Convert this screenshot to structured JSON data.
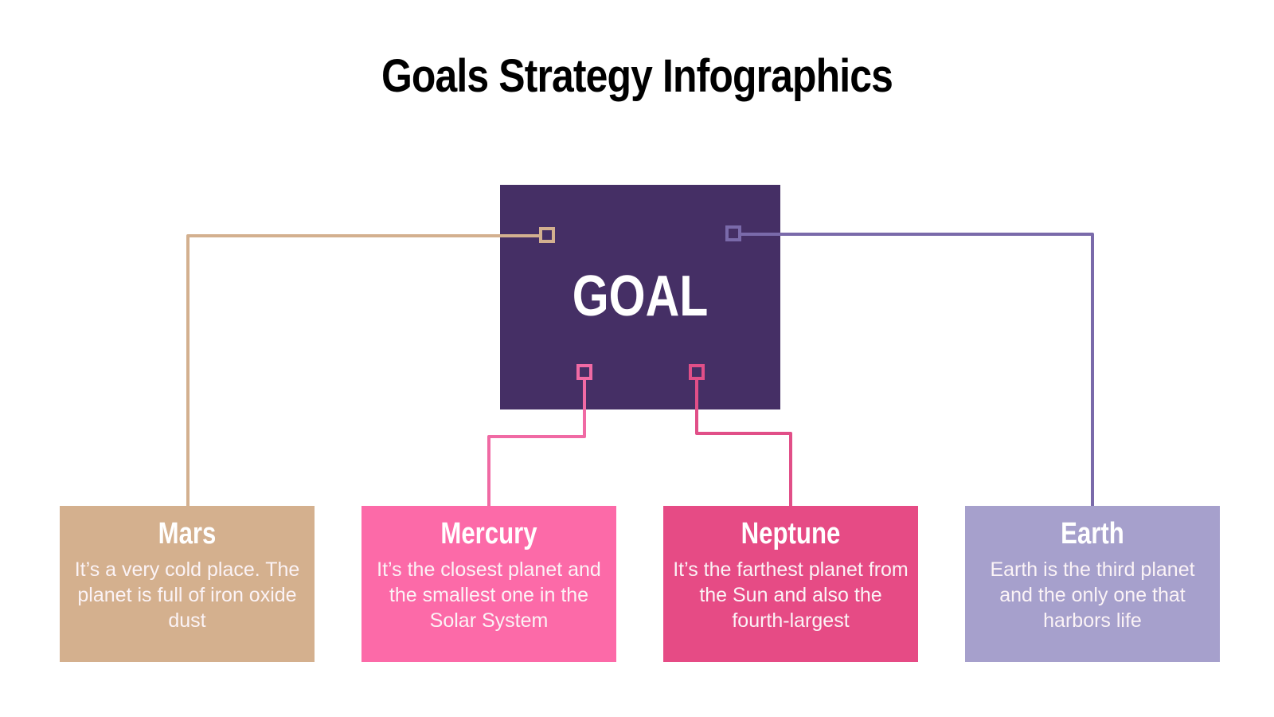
{
  "title": "Goals Strategy Infographics",
  "goal": {
    "label": "GOAL",
    "color": "#452f65"
  },
  "cards": [
    {
      "title": "Mars",
      "description": "It’s a very cold place. The planet is full of iron oxide dust",
      "color": "#d4b08e"
    },
    {
      "title": "Mercury",
      "description": "It’s the closest planet and the smallest one in the Solar System",
      "color": "#fc6aa8"
    },
    {
      "title": "Neptune",
      "description": "It’s the farthest planet from the Sun and also the fourth-largest",
      "color": "#e64b85"
    },
    {
      "title": "Earth",
      "description": "Earth is the third planet and the only one that harbors life",
      "color": "#a6a0cc"
    }
  ],
  "connectors": {
    "mars_color": "#d3b08f",
    "mercury_color": "#f06aa4",
    "neptune_color": "#e14f88",
    "earth_color": "#7a6aaa"
  }
}
